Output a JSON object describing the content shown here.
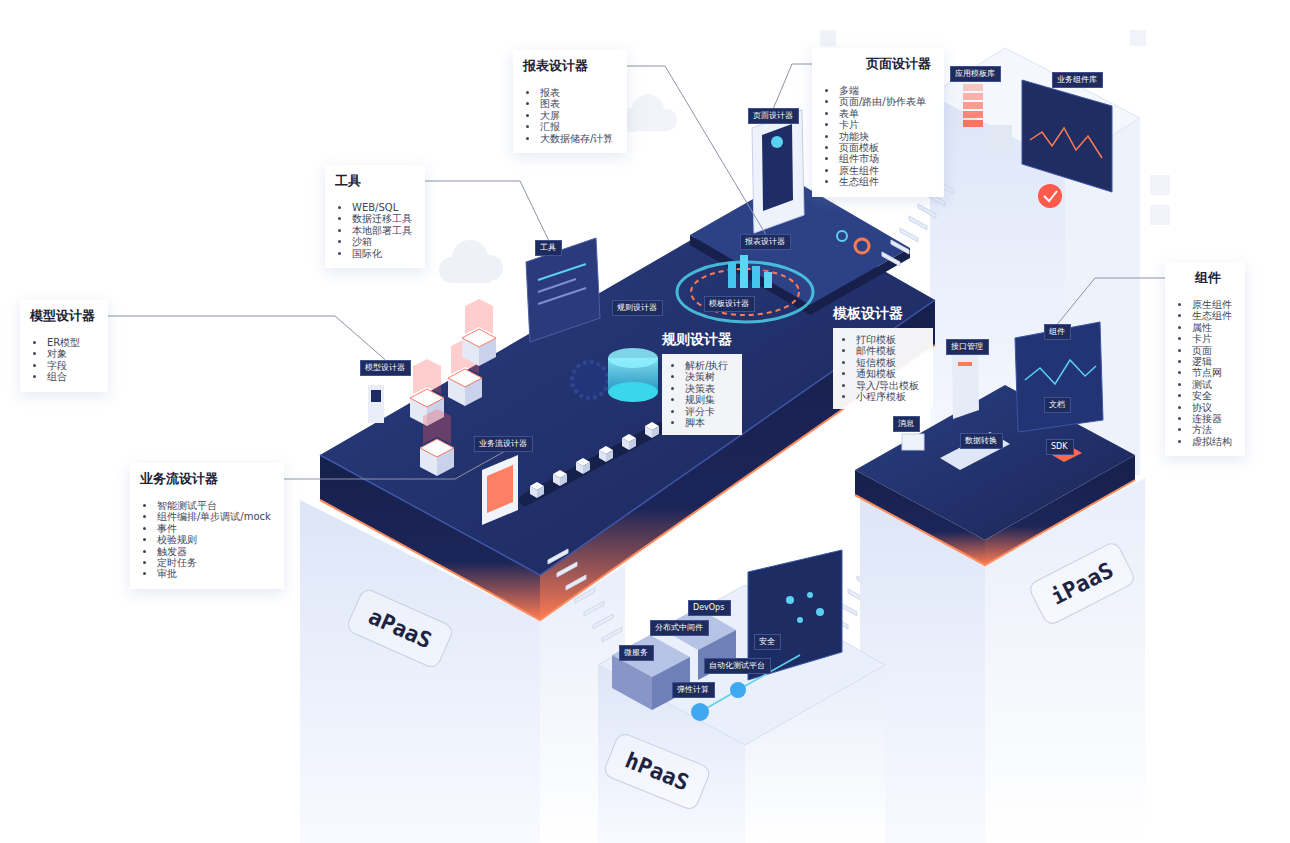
{
  "diagram": {
    "nodes": [
      {
        "text": [
          "报表设计器",
          "报表",
          "图表",
          "大屏",
          "汇报",
          "大数据储存/计算"
        ]
      },
      {
        "text": [
          "页面设计器",
          "多端",
          "页面/路由/协作表单",
          "表单",
          "卡片",
          "功能块",
          "页面模板",
          "组件市场",
          "原生组件",
          "生态组件"
        ]
      },
      {
        "text": [
          "应用模板库"
        ]
      },
      {
        "text": [
          "业务组件库"
        ]
      },
      {
        "text": [
          "页面设计器"
        ]
      },
      {
        "text": [
          "工具",
          "WEB/SQL",
          "数据迁移工具",
          "本地部署工具",
          "沙箱",
          "国际化"
        ]
      },
      {
        "text": [
          "报表设计器"
        ]
      },
      {
        "text": [
          "工具"
        ]
      },
      {
        "text": [
          "组件",
          "原生组件",
          "生态组件",
          "属性",
          "卡片",
          "页面",
          "逻辑",
          "节点网",
          "测试",
          "安全",
          "协议",
          "连接器",
          "方法",
          "虚拟结构"
        ]
      },
      {
        "text": [
          "模型设计器",
          "ER模型",
          "对象",
          "字段",
          "组合"
        ]
      },
      {
        "text": [
          "模板设计器"
        ]
      },
      {
        "text": [
          "规则设计器"
        ]
      },
      {
        "text": [
          "模板设计器",
          "打印模板",
          "邮件模板",
          "短信模板",
          "通知模板",
          "导入/导出模板",
          "小程序模板"
        ]
      },
      {
        "text": [
          "组件"
        ]
      },
      {
        "text": [
          "规则设计器",
          "解析/执行",
          "决策树",
          "决策表",
          "规则集",
          "评分卡",
          "脚本"
        ]
      },
      {
        "text": [
          "接口管理"
        ]
      },
      {
        "text": [
          "模型设计器"
        ]
      },
      {
        "text": [
          "文档"
        ]
      },
      {
        "text": [
          "消息"
        ]
      },
      {
        "text": [
          "业务流设计器"
        ]
      },
      {
        "text": [
          "数据转换"
        ]
      },
      {
        "text": [
          "SDK"
        ]
      },
      {
        "text": [
          "业务流设计器",
          "智能测试平台",
          "组件编排/单步调试/mock",
          "事件",
          "校验规则",
          "触发器",
          "定时任务",
          "审批"
        ]
      },
      {
        "text": [
          "iPaaS"
        ]
      },
      {
        "text": [
          "DevOps"
        ]
      },
      {
        "text": [
          "分布式中间件"
        ]
      },
      {
        "text": [
          "微服务"
        ]
      },
      {
        "text": [
          "安全"
        ]
      },
      {
        "text": [
          "自动化测试平台"
        ]
      },
      {
        "text": [
          "弹性计算"
        ]
      },
      {
        "text": [
          "aPaaS"
        ]
      },
      {
        "text": [
          "hPaaS"
        ]
      }
    ],
    "edges": [
      {
        "from": 0,
        "to": 6,
        "arrow": "none"
      },
      {
        "from": 1,
        "to": 4,
        "arrow": "none"
      },
      {
        "from": 5,
        "to": 7,
        "arrow": "none"
      },
      {
        "from": 9,
        "to": 16,
        "arrow": "none"
      },
      {
        "from": 22,
        "to": 19,
        "arrow": "none"
      },
      {
        "from": 8,
        "to": 13,
        "arrow": "none"
      }
    ]
  }
}
